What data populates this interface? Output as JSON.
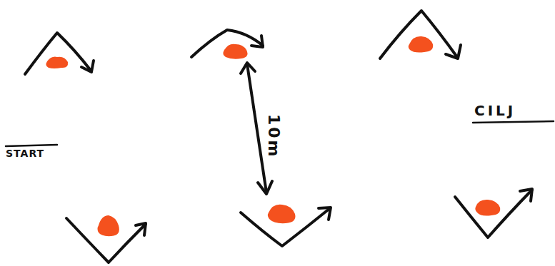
{
  "diagram": {
    "labels": [
      "START",
      "10m",
      "CILJ"
    ]
  }
}
